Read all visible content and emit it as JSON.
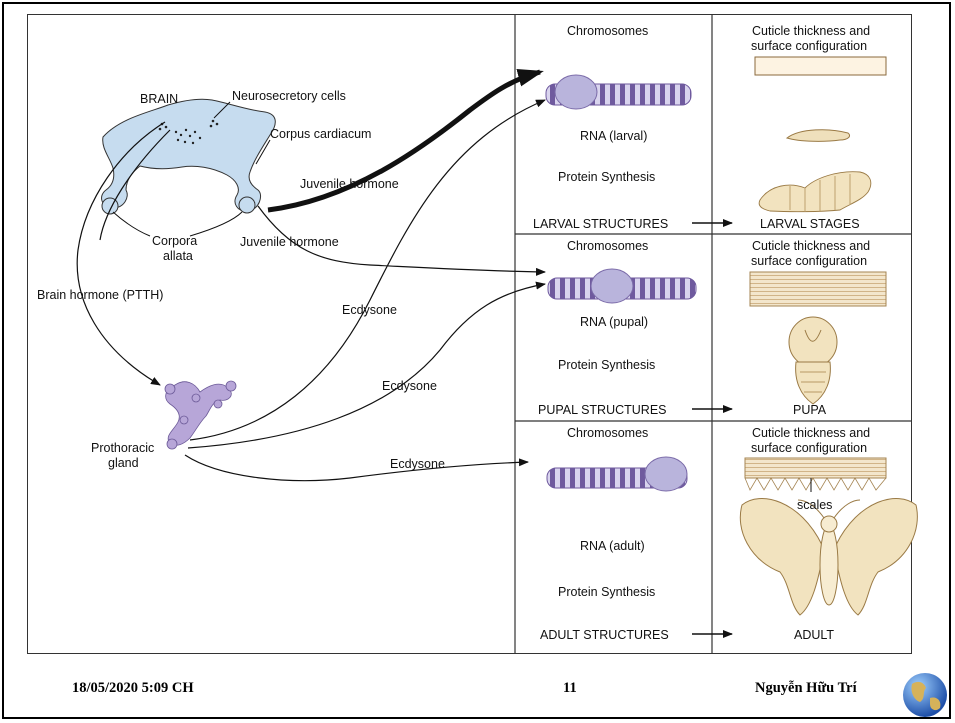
{
  "brain_section": {
    "brain": "BRAIN",
    "neurosecretory_cells": "Neurosecretory cells",
    "corpus_cardiacum": "Corpus cardiacum",
    "corpora_allata": [
      "Corpora",
      "allata"
    ],
    "juvenile_hormone_1": "Juvenile hormone",
    "juvenile_hormone_2": "Juvenile hormone",
    "brain_hormone": "Brain hormone (PTTH)",
    "ecdysone_1": "Ecdysone",
    "ecdysone_2": "Ecdysone",
    "ecdysone_3": "Ecdysone",
    "prothoracic_gland": [
      "Prothoracic",
      "gland"
    ]
  },
  "stages": [
    {
      "chromosomes": "Chromosomes",
      "rna": "RNA (larval)",
      "protein": "Protein Synthesis",
      "structures": "LARVAL STRUCTURES",
      "cuticle": [
        "Cuticle thickness and",
        "surface configuration"
      ],
      "stage_label": "LARVAL STAGES"
    },
    {
      "chromosomes": "Chromosomes",
      "rna": "RNA (pupal)",
      "protein": "Protein Synthesis",
      "structures": "PUPAL STRUCTURES",
      "cuticle": [
        "Cuticle thickness and",
        "surface configuration"
      ],
      "stage_label": "PUPA"
    },
    {
      "chromosomes": "Chromosomes",
      "rna": "RNA (adult)",
      "protein": "Protein Synthesis",
      "structures": "ADULT STRUCTURES",
      "cuticle": [
        "Cuticle thickness and",
        "surface configuration"
      ],
      "stage_label": "ADULT",
      "scales": "scales"
    }
  ],
  "footer": {
    "date": "18/05/2020 5:09 CH",
    "page": "11",
    "author": "Nguyễn Hữu Trí"
  },
  "colors": {
    "brain_fill": "#c6dcef",
    "chromosome_band": "#6f5a9e",
    "chromosome_light": "#b9b4dc",
    "gland_fill": "#b7a6d8",
    "insect_fill": "#f2e3bf"
  }
}
